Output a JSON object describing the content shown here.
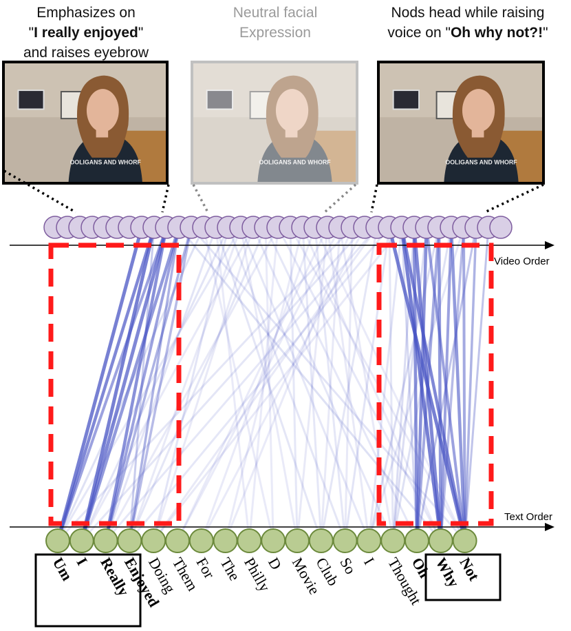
{
  "captions": {
    "left": {
      "line1": "Emphasizes on",
      "q1": "\"",
      "bold": "I really enjoyed",
      "q2": "\"",
      "line3": "and raises eyebrow"
    },
    "middle": {
      "line1": "Neutral facial",
      "line2": "Expression"
    },
    "right": {
      "line1": "Nods head while raising",
      "pre": "voice on \"",
      "bold": "Oh why not?!",
      "post": "\""
    }
  },
  "frames": [
    {
      "name": "emphasis-frame",
      "shirt_text": "OOLIGANS AND WHORF",
      "faded": false
    },
    {
      "name": "neutral-frame",
      "shirt_text": "OOLIGANS AND WHORF",
      "faded": true
    },
    {
      "name": "nod-frame",
      "shirt_text": "OOLIGANS AND WHORF",
      "faded": false
    }
  ],
  "axes": {
    "video": "Video Order",
    "text": "Text Order"
  },
  "video_nodes": 37,
  "words": [
    "Um",
    "I",
    "Really",
    "Enjoyed",
    "Doing",
    "Them",
    "For",
    "The",
    "Philly",
    "D",
    "Movie",
    "Club",
    "So",
    "I",
    "Thought",
    "Oh",
    "Why",
    "Not"
  ],
  "bold_words": [
    0,
    1,
    2,
    3,
    15,
    16,
    17
  ],
  "colors": {
    "video_node_fill": "#d9cfe6",
    "video_node_stroke": "#7e5d9f",
    "text_node_fill": "#b9cc92",
    "text_node_stroke": "#6c8a3c",
    "edge": "#4a56c4",
    "highlight": "#ff1a1a"
  }
}
